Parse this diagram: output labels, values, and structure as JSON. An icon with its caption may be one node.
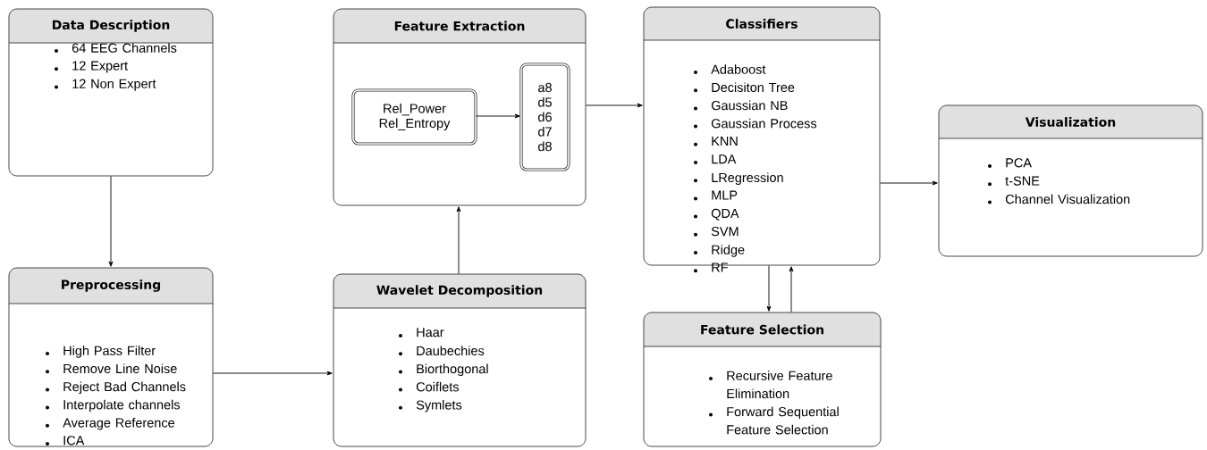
{
  "diagram": {
    "nodes": [
      {
        "text": [
          "Data Description",
          "64 EEG Channels",
          "12 Expert",
          "12 Non Expert"
        ]
      },
      {
        "text": [
          "Preprocessing",
          "High Pass Filter",
          "Remove Line Noise",
          "Reject Bad Channels",
          "Interpolate channels",
          "Average Reference",
          "ICA"
        ]
      },
      {
        "text": [
          "Wavelet Decomposition",
          "Haar",
          "Daubechies",
          "Biorthogonal",
          "Coiflets",
          "Symlets"
        ]
      },
      {
        "text": [
          "Feature Extraction"
        ]
      },
      {
        "text": [
          "Rel_Power",
          "Rel_Entropy"
        ],
        "in": 3
      },
      {
        "text": [
          "a8",
          "d5",
          "d6",
          "d7",
          "d8"
        ],
        "in": 3
      },
      {
        "text": [
          "Classifiers",
          "Adaboost",
          "Decisiton Tree",
          "Gaussian NB",
          "Gaussian Process",
          "KNN",
          "LDA",
          "LRegression",
          "MLP",
          "QDA",
          "SVM",
          "Ridge",
          "RF"
        ]
      },
      {
        "text": [
          "Feature Selection",
          "Recursive Feature Elimination",
          "Forward Sequential Feature Selection"
        ]
      },
      {
        "text": [
          "Visualization",
          "PCA",
          "t-SNE",
          "Channel Visualization"
        ]
      }
    ],
    "edges": [
      {
        "from": 0,
        "to": 1,
        "arrow": "to"
      },
      {
        "from": 1,
        "to": 2,
        "arrow": "to"
      },
      {
        "from": 2,
        "to": 3,
        "arrow": "to"
      },
      {
        "from": 4,
        "to": 5,
        "arrow": "to"
      },
      {
        "from": 3,
        "to": 6,
        "arrow": "to"
      },
      {
        "from": 6,
        "to": 7,
        "arrow": "to"
      },
      {
        "from": 7,
        "to": 6,
        "arrow": "to"
      },
      {
        "from": 6,
        "to": 8,
        "arrow": "to"
      }
    ]
  }
}
